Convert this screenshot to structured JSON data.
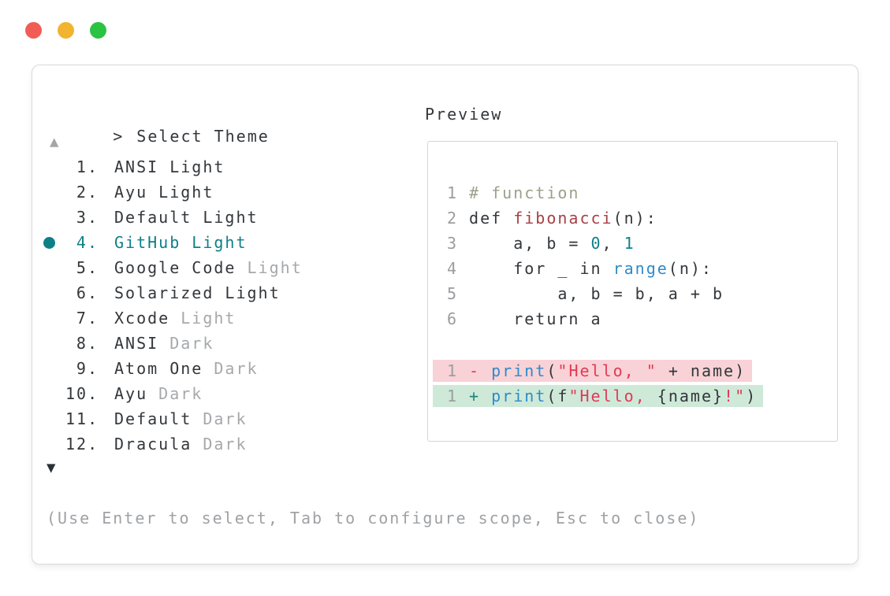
{
  "window_controls": {
    "close": "close-button",
    "minimize": "minimize-button",
    "maximize": "maximize-button"
  },
  "prompt": {
    "caret": ">",
    "title": "Select Theme"
  },
  "preview": {
    "title": "Preview"
  },
  "scroll": {
    "up_symbol": "▲",
    "down_symbol": "▼"
  },
  "themes": [
    {
      "number": "1.",
      "name": "ANSI",
      "variant": "Light",
      "variant_muted": false,
      "selected": false
    },
    {
      "number": "2.",
      "name": "Ayu",
      "variant": "Light",
      "variant_muted": false,
      "selected": false
    },
    {
      "number": "3.",
      "name": "Default",
      "variant": "Light",
      "variant_muted": false,
      "selected": false
    },
    {
      "number": "4.",
      "name": "GitHub",
      "variant": "Light",
      "variant_muted": false,
      "selected": true
    },
    {
      "number": "5.",
      "name": "Google Code",
      "variant": "Light",
      "variant_muted": true,
      "selected": false
    },
    {
      "number": "6.",
      "name": "Solarized",
      "variant": "Light",
      "variant_muted": false,
      "selected": false
    },
    {
      "number": "7.",
      "name": "Xcode",
      "variant": "Light",
      "variant_muted": true,
      "selected": false
    },
    {
      "number": "8.",
      "name": "ANSI",
      "variant": "Dark",
      "variant_muted": true,
      "selected": false
    },
    {
      "number": "9.",
      "name": "Atom One",
      "variant": "Dark",
      "variant_muted": true,
      "selected": false
    },
    {
      "number": "10.",
      "name": "Ayu",
      "variant": "Dark",
      "variant_muted": true,
      "selected": false
    },
    {
      "number": "11.",
      "name": "Default",
      "variant": "Dark",
      "variant_muted": true,
      "selected": false
    },
    {
      "number": "12.",
      "name": "Dracula",
      "variant": "Dark",
      "variant_muted": true,
      "selected": false
    }
  ],
  "code_preview": {
    "lines": [
      {
        "tokens": [
          [
            "ln",
            "1"
          ],
          [
            "t",
            " "
          ],
          [
            "c",
            "# function"
          ]
        ]
      },
      {
        "tokens": [
          [
            "ln",
            "2"
          ],
          [
            "t",
            " def "
          ],
          [
            "fn",
            "fibonacci"
          ],
          [
            "t",
            "(n):"
          ]
        ]
      },
      {
        "tokens": [
          [
            "ln",
            "3"
          ],
          [
            "t",
            "     a, b = "
          ],
          [
            "nu",
            "0"
          ],
          [
            "t",
            ", "
          ],
          [
            "nu",
            "1"
          ]
        ]
      },
      {
        "tokens": [
          [
            "ln",
            "4"
          ],
          [
            "t",
            "     for _ in "
          ],
          [
            "bi",
            "range"
          ],
          [
            "t",
            "(n):"
          ]
        ]
      },
      {
        "tokens": [
          [
            "ln",
            "5"
          ],
          [
            "t",
            "         a, b = b, a + b"
          ]
        ]
      },
      {
        "tokens": [
          [
            "ln",
            "6"
          ],
          [
            "t",
            "     return a"
          ]
        ]
      },
      {
        "blank": true
      },
      {
        "diff": "removed",
        "tokens": [
          [
            "ln",
            "1"
          ],
          [
            "t",
            " "
          ],
          [
            "del",
            "-"
          ],
          [
            "t",
            " "
          ],
          [
            "bi",
            "print"
          ],
          [
            "t",
            "("
          ],
          [
            "s",
            "\"Hello, \""
          ],
          [
            "t",
            " + name)"
          ]
        ]
      },
      {
        "diff": "added",
        "tokens": [
          [
            "ln",
            "1"
          ],
          [
            "t",
            " "
          ],
          [
            "add",
            "+"
          ],
          [
            "t",
            " "
          ],
          [
            "bi",
            "print"
          ],
          [
            "t",
            "(f"
          ],
          [
            "s",
            "\"Hello, "
          ],
          [
            "t",
            "{name}"
          ],
          [
            "s",
            "!\""
          ],
          [
            "t",
            ")"
          ]
        ]
      }
    ]
  },
  "hint": "(Use Enter to select, Tab to configure scope, Esc to close)",
  "colors": {
    "accent_teal": "#0e7f87",
    "text_dark": "#33373b",
    "text_muted": "#a6a8ab",
    "hint_text": "#9fa1a4",
    "line_number": "#9b9da0",
    "code_text": "#33373b",
    "comment": "#99a28a",
    "function_name": "#a84044",
    "number_literal": "#0f808a",
    "builtin": "#2e8bc9",
    "string": "#e13a55",
    "removed_sign": "#e13a55",
    "added_sign": "#18897b",
    "removed_bg": "#f8d2d6",
    "added_bg": "#cfe9d9",
    "window_border": "#d9d9d9",
    "preview_border": "#d5d5d5",
    "scroll_up": "#a3a5a8",
    "scroll_down": "#2b3036",
    "traffic_red": "#f15c55",
    "traffic_yellow": "#f2b32e",
    "traffic_green": "#2bc342"
  }
}
